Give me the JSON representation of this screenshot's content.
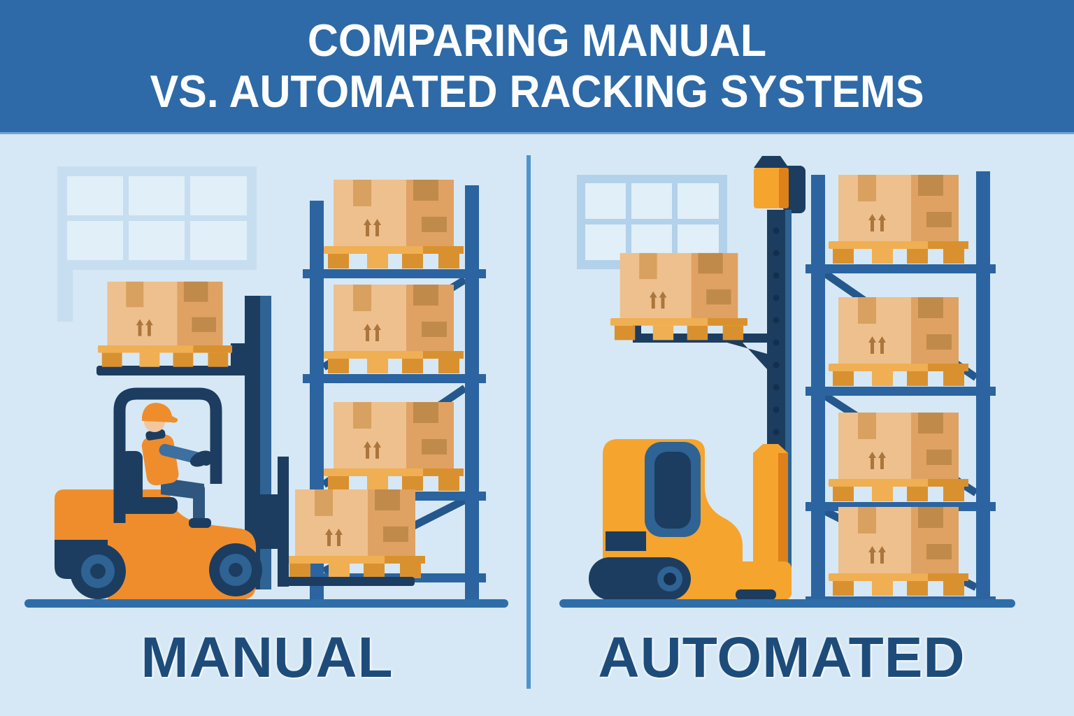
{
  "header": {
    "title_line1": "COMPARING MANUAL",
    "title_line2": "VS. AUTOMATED RACKING SYSTEMS"
  },
  "panels": {
    "left": {
      "label": "MANUAL"
    },
    "right": {
      "label": "AUTOMATED"
    }
  },
  "palette": {
    "header_bg": "#2d6aa7",
    "header_edge": "#6fa6d2",
    "background": "#d6e8f5",
    "title_color": "#fdfdfd",
    "label_color": "#1e4c7a",
    "divider": "#4e95cb",
    "floor": "#2e6da8",
    "rack_blue": "#2b64a0",
    "rack_brace": "#24578c",
    "navy": "#24486e",
    "navy_deep": "#1c3d60",
    "steel_blue": "#2e6394",
    "mast_dot": "#142f4d",
    "orange": "#ef8d2d",
    "orange_light": "#f5a42e",
    "orange_dark": "#de8119",
    "box_face_light": "#eec08d",
    "box_face_dark": "#dfa263",
    "box_patch_light": "#d8a160",
    "box_patch_dark": "#c08a4a",
    "box_mark": "#aa763d",
    "pallet_light": "#efaf52",
    "pallet_dark": "#d9912f",
    "pallet_deep": "#bb7a22",
    "window_frame": "#c6def0",
    "window_frame2": "#b2d1ea",
    "window_pane": "#e1eff9",
    "skin": "#f2c79d",
    "denim": "#2e567e",
    "sleeve": "#3d6fa0"
  }
}
